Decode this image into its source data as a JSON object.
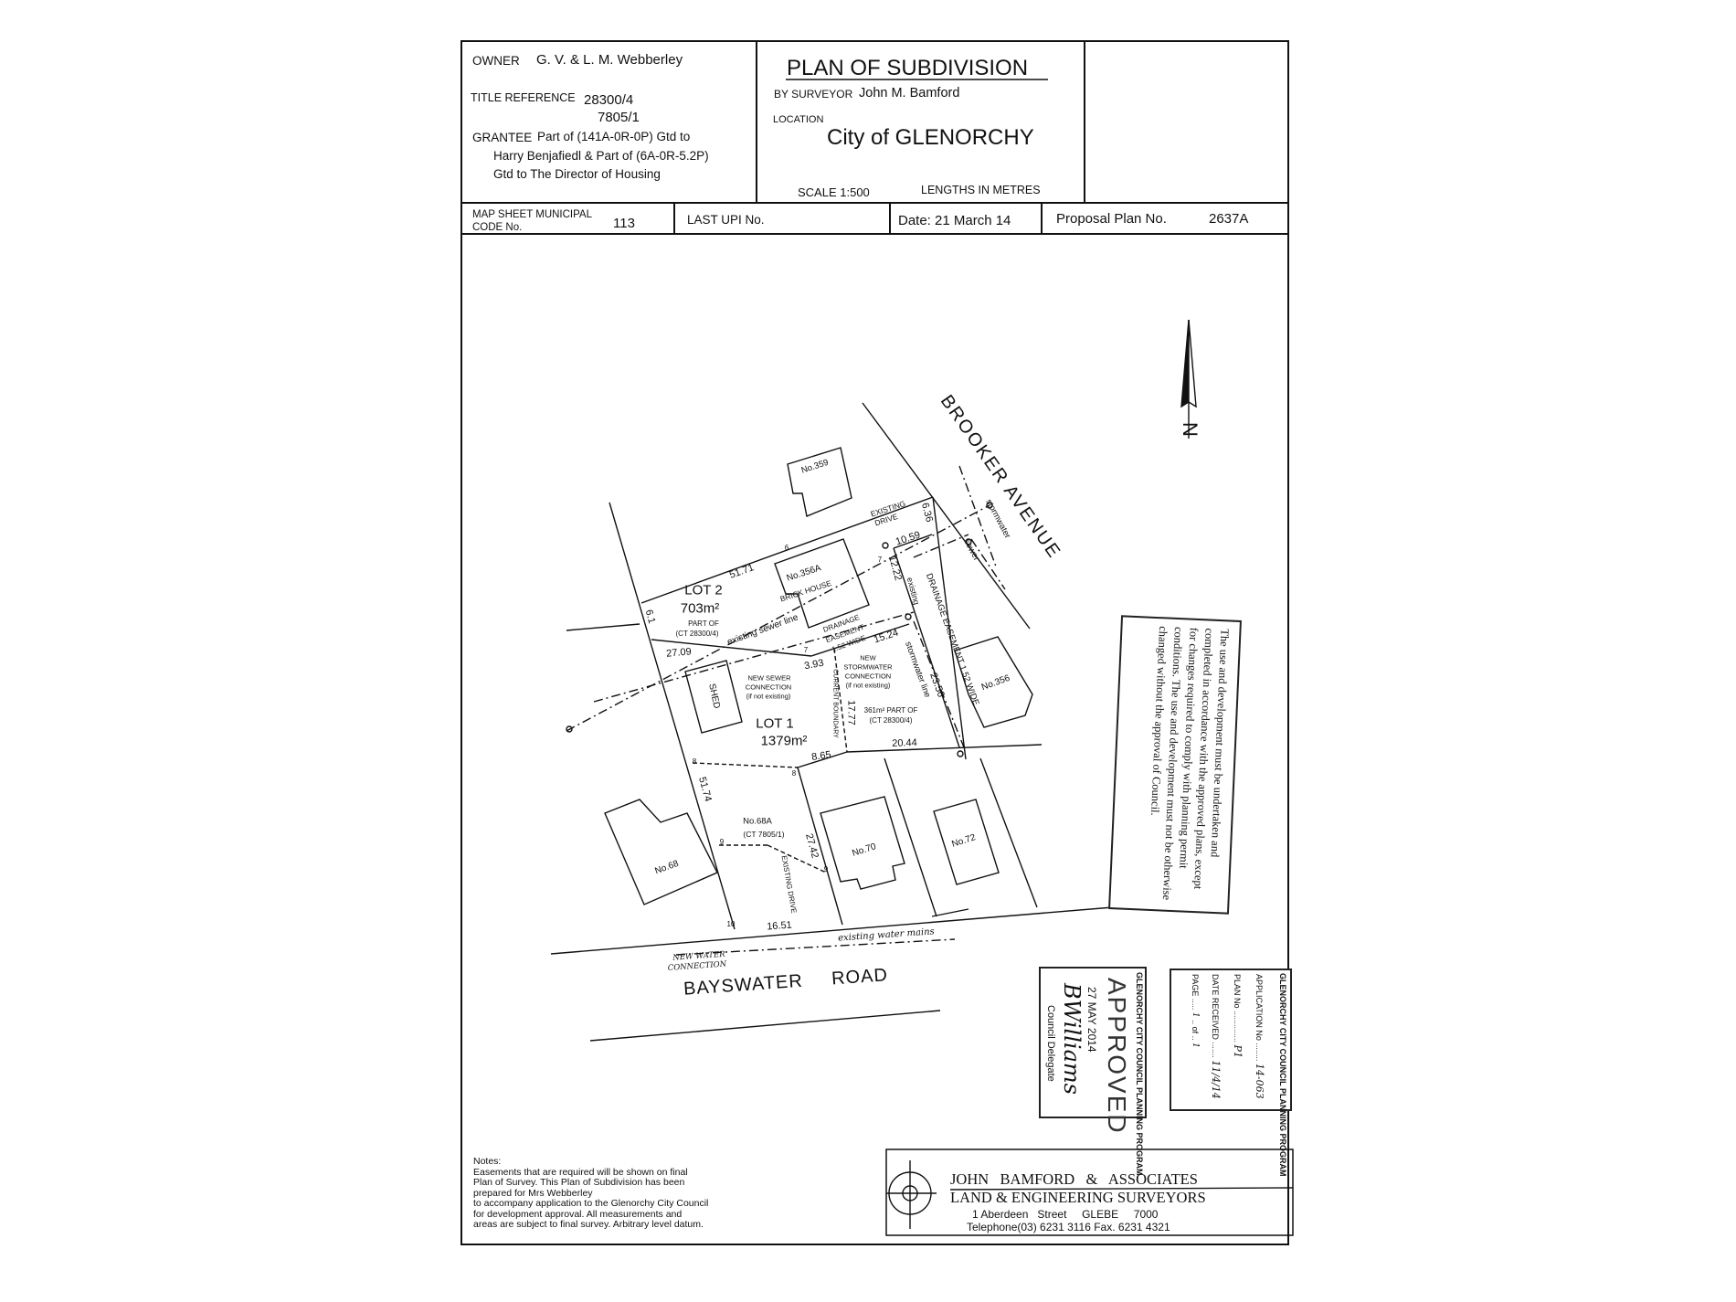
{
  "header": {
    "owner_label": "OWNER",
    "owner_value": "G. V. & L. M. Webberley",
    "title_reference_label": "TITLE REFERENCE",
    "title_references": [
      "28300/4",
      "7805/1"
    ],
    "grantee_label": "GRANTEE",
    "grantee_lines": [
      "Part of (141A-0R-0P) Gtd to",
      "Harry Benjafiedl & Part of (6A-0R-5.2P)",
      "Gtd to The Director of Housing"
    ],
    "plan_title": "PLAN OF SUBDIVISION",
    "surveyor_label": "BY SURVEYOR",
    "surveyor_name": "John M. Bamford",
    "location_label": "LOCATION",
    "location_value": "City of GLENORCHY",
    "scale": "SCALE 1:500",
    "lengths": "LENGTHS IN METRES",
    "map_sheet_label_1": "MAP SHEET MUNICIPAL",
    "map_sheet_label_2": "CODE No.",
    "map_sheet_value": "113",
    "last_upi": "LAST UPI No.",
    "date": "Date: 21 March 14",
    "proposal_label": "Proposal Plan No.",
    "proposal_value": "2637A"
  },
  "plan": {
    "north": "N",
    "streets": {
      "brooker": "BROOKER AVENUE",
      "bayswater": "BAYSWATER ROAD"
    },
    "lot2": {
      "name": "LOT 2",
      "area": "703m²",
      "part_of": "PART OF",
      "ct": "(CT 28300/4)"
    },
    "lot1": {
      "name": "LOT 1",
      "area": "1379m²",
      "part": "361m² PART OF",
      "ct": "(CT 28300/4)"
    },
    "buildings": {
      "no359": "No.359",
      "no356a": "No.356A",
      "brick_house": "BRICK HOUSE",
      "shed": "SHED",
      "no356": "No.356",
      "no68": "No.68",
      "no68a": "No.68A",
      "no68a_ct": "(CT 7805/1)",
      "no70": "No.70",
      "no72": "No.72"
    },
    "dimensions": {
      "d5171": "51.71",
      "d61": "6.1",
      "d636": "6.36",
      "d1059": "10.59",
      "d1222": "12.22",
      "d2709": "27.09",
      "d393": "3.93",
      "d1524": "15.24",
      "d2356": "23.56",
      "d1777": "17.77",
      "d2044": "20.44",
      "d865": "8.65",
      "d5174": "51.74",
      "d2742": "27.42",
      "d1651": "16.51"
    },
    "labels": {
      "existing_drive_1": "EXISTING",
      "existing_drive_2": "DRIVE",
      "existing": "existing",
      "sewer_line": "existing sewer line",
      "drainage_small_1": "DRAINAGE",
      "drainage_small_2": "EASEMENT",
      "drainage_small_3": "1.52 WIDE",
      "drainage_long": "DRAINAGE    EASEMENT  1.52  WIDE",
      "stormwater": "stormwater",
      "sewer": "sewer",
      "stormwater_line": "stormwater   line",
      "new_sewer_1": "NEW SEWER",
      "new_sewer_2": "CONNECTION",
      "new_sewer_3": "(if not existing)",
      "new_storm_1": "NEW",
      "new_storm_2": "STORMWATER",
      "new_storm_3": "CONNECTION",
      "new_storm_4": "(if not existing)",
      "current_boundary": "CURRENT BOUNDARY",
      "existing_drive_lower": "EXISTING DRIVE",
      "water_mains": "existing water mains",
      "new_water_1": "NEW WATER",
      "new_water_2": "CONNECTION",
      "points": [
        "6",
        "7",
        "7",
        "8",
        "8",
        "9",
        "9",
        "10"
      ]
    }
  },
  "conditions_stamp": "The use and development must be undertaken and completed in accordance with the approved plans, except for changes required to comply with planning permit conditions. The use and development must not be otherwise changed without the approval of Council.",
  "approved_stamp": {
    "heading": "GLENORCHY CITY COUNCIL PLANNING PROGRAM",
    "word": "APPROVED",
    "date": "27 MAY 2014",
    "signature": "BWilliams",
    "role": "Council Delegate"
  },
  "application_stamp": {
    "heading": "GLENORCHY CITY COUNCIL PLANNING PROGRAM",
    "application_label": "APPLICATION No",
    "application_value": "14-063",
    "plan_label": "PLAN No",
    "plan_value": "P1",
    "date_label": "DATE RECEIVED",
    "date_value": "11/4/14",
    "page_label": "PAGE",
    "page_value": "1",
    "of_label": "of",
    "of_value": "1"
  },
  "notes": {
    "heading": "Notes:",
    "lines": [
      "Easements that are required will be shown on final",
      "Plan of Survey. This Plan of Subdivision has been",
      "prepared for Mrs Webberley",
      "to accompany application to the Glenorchy City Council",
      "for development approval. All measurements and",
      "areas are subject to final survey. Arbitrary level datum."
    ]
  },
  "surveyor": {
    "firm": "JOHN   BAMFORD   &   ASSOCIATES",
    "type": "LAND & ENGINEERING SURVEYORS",
    "address": "1 Aberdeen   Street     GLEBE     7000",
    "phone": "Telephone(03) 6231 3116 Fax. 6231 4321"
  }
}
